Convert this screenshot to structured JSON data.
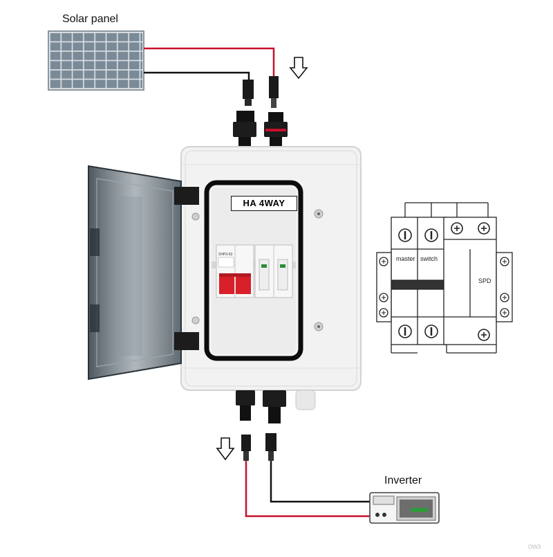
{
  "labels": {
    "solar_panel": "Solar panel",
    "inverter": "Inverter",
    "box_tag": "HA 4WAY",
    "breaker_model": "SHP3-63",
    "schematic_master": "master",
    "schematic_switch": "switch",
    "schematic_spd": "SPD",
    "watermark": "OW3"
  },
  "colors": {
    "positive_wire": "#c8102e",
    "negative_wire": "#111111",
    "breaker_toggle": "#d8202a",
    "enclosure": "#f2f2f2",
    "door_tint": "#3b4750",
    "seal": "#0c0c0c"
  },
  "icons": {
    "flow_arrow_top": "down-arrow-outline",
    "flow_arrow_bottom": "down-arrow-outline",
    "terminal": "screw-terminal-symbol"
  }
}
